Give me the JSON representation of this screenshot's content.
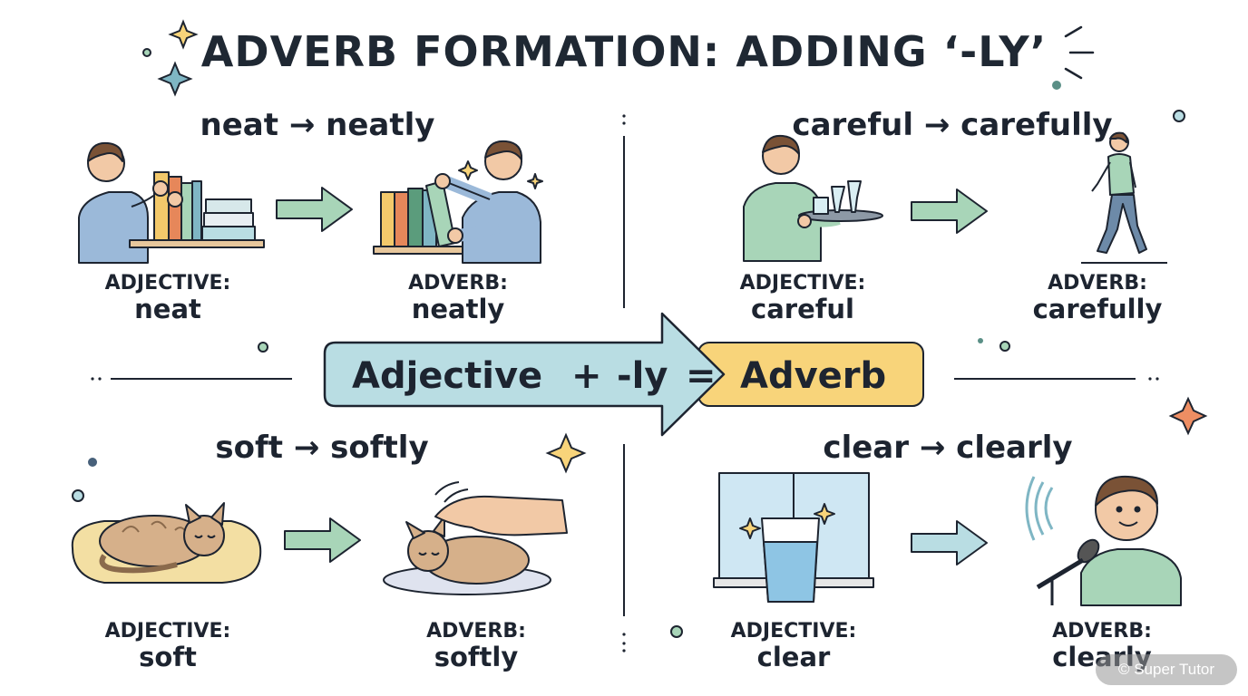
{
  "title": "ADVERB FORMATION: ADDING ‘-LY’",
  "formula": {
    "part1": "Adjective",
    "plus": "+",
    "suffix": "-ly",
    "equals": "=",
    "result": "Adverb"
  },
  "examples": [
    {
      "pair": "neat → neatly",
      "adjective_label": "ADJECTIVE:",
      "adjective": "neat",
      "adverb_label": "ADVERB:",
      "adverb": "neatly"
    },
    {
      "pair": "careful → carefully",
      "adjective_label": "ADJECTIVE:",
      "adjective": "careful",
      "adverb_label": "ADVERB:",
      "adverb": "carefully"
    },
    {
      "pair": "soft → softly",
      "adjective_label": "ADJECTIVE:",
      "adjective": "soft",
      "adverb_label": "ADVERB:",
      "adverb": "softly"
    },
    {
      "pair": "clear → clearly",
      "adjective_label": "ADJECTIVE:",
      "adjective": "clear",
      "adverb_label": "ADVERB:",
      "adverb": "clearly"
    }
  ],
  "watermark": "© Super Tutor",
  "colors": {
    "arrow_green": "#a8d5b8",
    "formula_blue": "#b9dde3",
    "formula_yellow": "#f8d47a",
    "sparkle_teal": "#7fb6c4",
    "sparkle_orange": "#ee8e63",
    "outline": "#1d2430"
  },
  "icons": [
    "bookshelf-icon",
    "tray-glasses-icon",
    "walking-person-icon",
    "sleeping-kitten-icon",
    "petting-hand-icon",
    "water-glass-icon",
    "microphone-speaker-icon",
    "sparkle-icon"
  ]
}
